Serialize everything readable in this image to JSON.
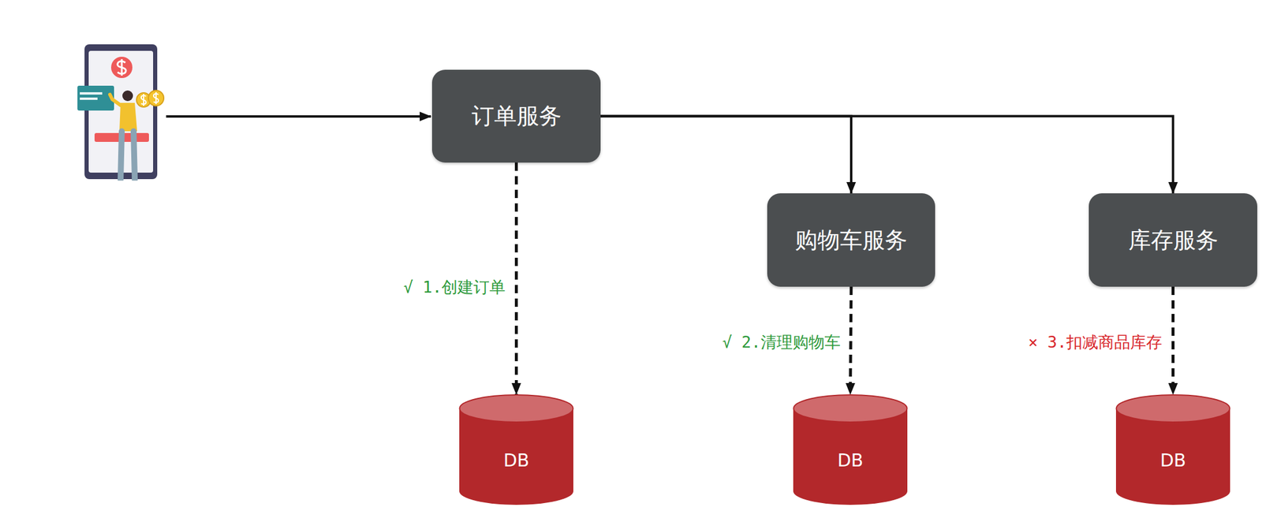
{
  "diagram": {
    "nodes": [
      {
        "text": [
          "订单服务"
        ]
      },
      {
        "text": [
          "购物车服务"
        ]
      },
      {
        "text": [
          "库存服务"
        ]
      },
      {
        "text": [
          "DB"
        ]
      },
      {
        "text": [
          "DB"
        ]
      },
      {
        "text": [
          "DB"
        ]
      }
    ],
    "edges": [
      {
        "from": 0,
        "to": 1,
        "arrow": "to"
      },
      {
        "from": 0,
        "to": 2,
        "arrow": "to"
      },
      {
        "from": 0,
        "to": 3,
        "arrow": "to",
        "label": "√ 1.创建订单"
      },
      {
        "from": 1,
        "to": 4,
        "arrow": "to",
        "label": "√ 2.清理购物车"
      },
      {
        "from": 2,
        "to": 5,
        "arrow": "to",
        "label": "× 3.扣减商品库存"
      }
    ]
  }
}
